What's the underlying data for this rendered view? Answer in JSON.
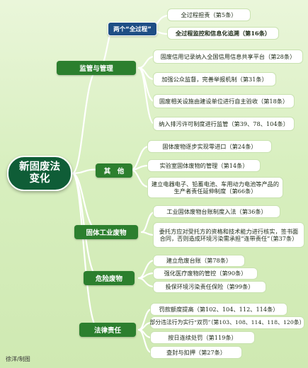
{
  "center": {
    "line1": "新固废法",
    "line2": "变化"
  },
  "branches": {
    "regulation": {
      "label": "监管与管理",
      "sub_label": "两个“全过程”",
      "sub_items": [
        "全过程担责（第5条）",
        "全过程监控和信息化追溯（第16条）"
      ],
      "items": [
        "固废信用记录纳入全国信用信息共享平台（第28条）",
        "加强公众监督，完善举报机制（第31条）",
        "固废相关设施由建设单位进行自主验收（第18条）",
        "纳入排污许可制度进行监管（第39、78、104条）"
      ]
    },
    "other": {
      "label": "其　他",
      "items": [
        "固体废物逐步实现零进口（第24条）",
        "实验室固体废物的管理（第14条）",
        "建立电器电子、铅蓄电池、车用动力电池等产品的生产者责任延伸制度（第66条）"
      ]
    },
    "industrial": {
      "label": "固体工业废物",
      "items": [
        "工业固体废物台账制度入法（第36条）",
        "委托方应对受托方的资格和技术能力进行核实，签书面合同，否则造成环境污染需承担“连带责任”（第37条）"
      ]
    },
    "hazardous": {
      "label": "危险废物",
      "items": [
        "建立危废台账（第78条）",
        "强化医疗废物的管控（第90条）",
        "投保环境污染责任保险（第99条）"
      ]
    },
    "legal": {
      "label": "法律责任",
      "items": [
        "罚款额度提高（第102、104、112、114条）",
        "部分违法行为实行“双罚”（第103、108、114、118、120条）",
        "按日连续处罚（第119条）",
        "查封与扣押（第27条）"
      ]
    }
  },
  "credit": "徐洋/制图",
  "colors": {
    "branch": "#2c7f2e",
    "branch_outline": "#1e4e85",
    "center": "#0f5d37",
    "line": "#ffffff"
  }
}
